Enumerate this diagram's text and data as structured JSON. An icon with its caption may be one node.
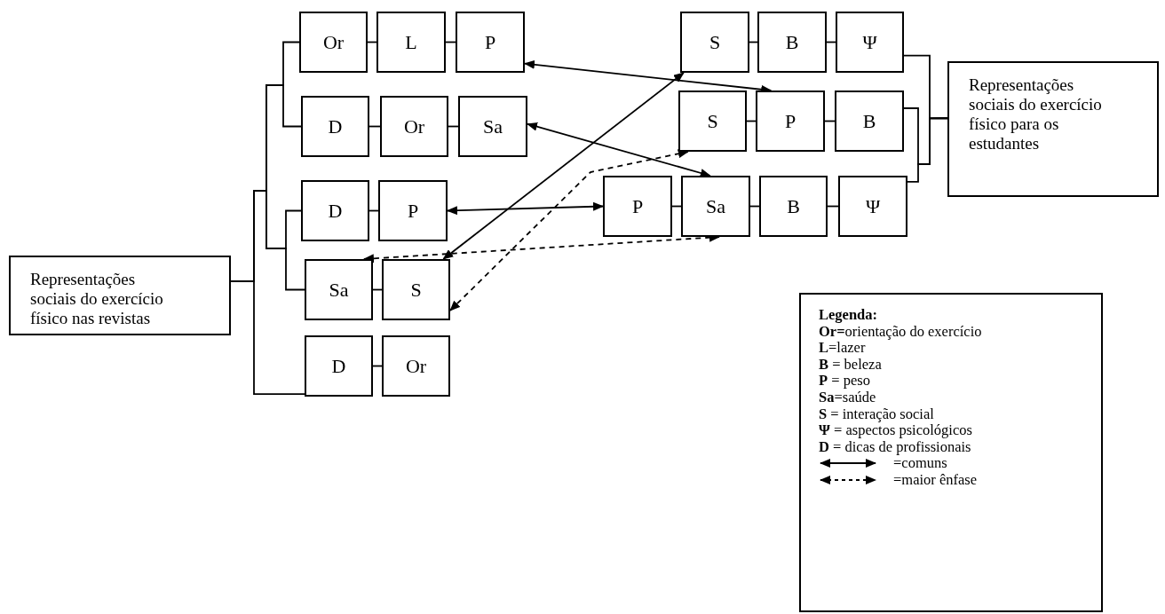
{
  "diagram": {
    "nodes": [
      {
        "text": [
          "Representações sociais do exercício físico nas revistas"
        ]
      },
      {
        "text": [
          "Or"
        ]
      },
      {
        "text": [
          "L"
        ]
      },
      {
        "text": [
          "P"
        ]
      },
      {
        "text": [
          "D"
        ]
      },
      {
        "text": [
          "Or"
        ]
      },
      {
        "text": [
          "Sa"
        ]
      },
      {
        "text": [
          "D"
        ]
      },
      {
        "text": [
          "P"
        ]
      },
      {
        "text": [
          "Sa"
        ]
      },
      {
        "text": [
          "S"
        ]
      },
      {
        "text": [
          "D"
        ]
      },
      {
        "text": [
          "Or"
        ]
      },
      {
        "text": [
          "S"
        ]
      },
      {
        "text": [
          "B"
        ]
      },
      {
        "text": [
          "Ψ"
        ]
      },
      {
        "text": [
          "S"
        ]
      },
      {
        "text": [
          "P"
        ]
      },
      {
        "text": [
          "B"
        ]
      },
      {
        "text": [
          "P"
        ]
      },
      {
        "text": [
          "Sa"
        ]
      },
      {
        "text": [
          "B"
        ]
      },
      {
        "text": [
          "Ψ"
        ]
      },
      {
        "text": [
          "Representações sociais do exercício físico para os estudantes"
        ]
      }
    ],
    "edges": [
      {
        "from": 0,
        "to": 1,
        "arrow": "none"
      },
      {
        "from": 0,
        "to": 4,
        "arrow": "none"
      },
      {
        "from": 0,
        "to": 7,
        "arrow": "none"
      },
      {
        "from": 0,
        "to": 9,
        "arrow": "none"
      },
      {
        "from": 0,
        "to": 11,
        "arrow": "none"
      },
      {
        "from": 1,
        "to": 2,
        "arrow": "none"
      },
      {
        "from": 2,
        "to": 3,
        "arrow": "none"
      },
      {
        "from": 4,
        "to": 5,
        "arrow": "none"
      },
      {
        "from": 5,
        "to": 6,
        "arrow": "none"
      },
      {
        "from": 7,
        "to": 8,
        "arrow": "none"
      },
      {
        "from": 9,
        "to": 10,
        "arrow": "none"
      },
      {
        "from": 11,
        "to": 12,
        "arrow": "none"
      },
      {
        "from": 13,
        "to": 14,
        "arrow": "none"
      },
      {
        "from": 14,
        "to": 15,
        "arrow": "none"
      },
      {
        "from": 16,
        "to": 17,
        "arrow": "none"
      },
      {
        "from": 17,
        "to": 18,
        "arrow": "none"
      },
      {
        "from": 19,
        "to": 20,
        "arrow": "none"
      },
      {
        "from": 20,
        "to": 21,
        "arrow": "none"
      },
      {
        "from": 21,
        "to": 22,
        "arrow": "none"
      },
      {
        "from": 15,
        "to": 23,
        "arrow": "none"
      },
      {
        "from": 18,
        "to": 23,
        "arrow": "none"
      },
      {
        "from": 22,
        "to": 23,
        "arrow": "none"
      },
      {
        "from": 3,
        "to": 17,
        "arrow": "both"
      },
      {
        "from": 6,
        "to": 20,
        "arrow": "both"
      },
      {
        "from": 8,
        "to": 19,
        "arrow": "both"
      },
      {
        "from": 10,
        "to": 13,
        "arrow": "both"
      },
      {
        "from": 9,
        "to": 20,
        "arrow": "both",
        "style": "dashed"
      },
      {
        "from": 10,
        "to": 16,
        "arrow": "both",
        "style": "dashed"
      }
    ],
    "labels": [
      "Legenda:",
      "**Or=**orientação do exercício",
      "**L**=lazer",
      "**B** = beleza",
      "**P** = peso",
      "**Sa**=saúde",
      "**S** = interação social",
      "**Ψ** = aspectos psicológicos",
      "**D** = dicas de profissionais"
    ],
    "legend": [
      {
        "text": "=comuns"
      },
      {
        "text": "=maior ênfase"
      }
    ]
  }
}
